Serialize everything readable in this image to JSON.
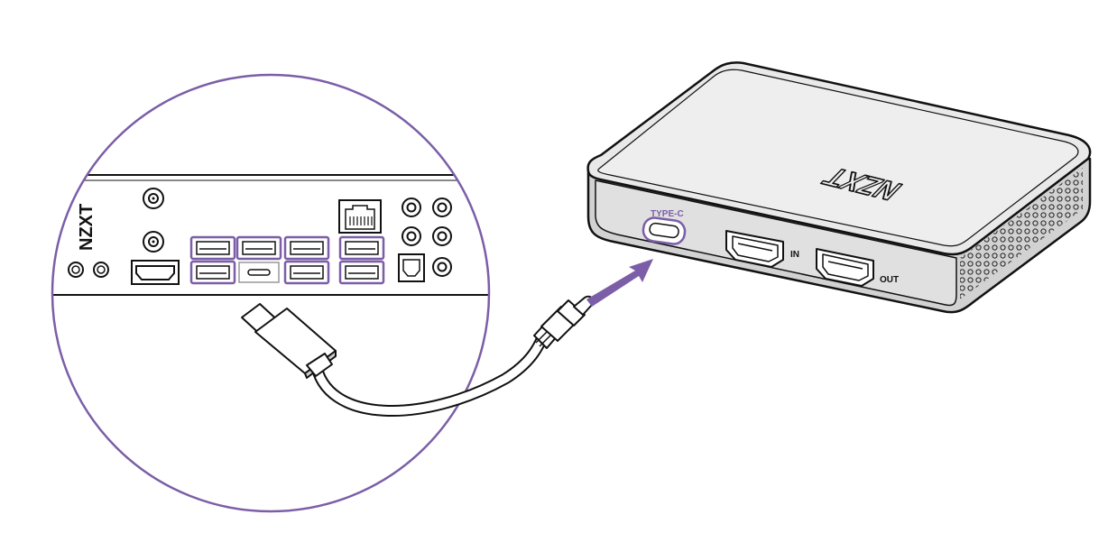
{
  "colors": {
    "accent": "#7b5ea7",
    "line": "#111111",
    "device_top": "#e9e9e9",
    "device_side": "#d2d2d2"
  },
  "inset": {
    "brand": "NZXT"
  },
  "device": {
    "brand": "NZXT",
    "port_type_c": "TYPE-C",
    "port_in": "IN",
    "port_out": "OUT"
  },
  "icons": {
    "arrow": "arrow-icon",
    "cable": "usb-cable-icon"
  }
}
